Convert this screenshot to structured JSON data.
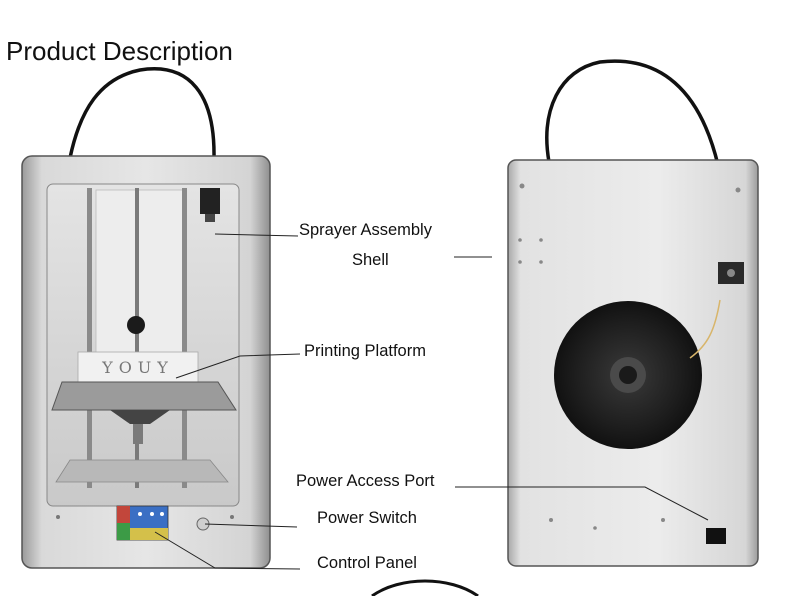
{
  "page": {
    "title": "Product Description"
  },
  "front_printer": {
    "brand_text": "YOUY"
  },
  "callouts": {
    "sprayer": "Sprayer Assembly",
    "shell": "Shell",
    "platform": "Printing Platform",
    "power_port": "Power Access Port",
    "power_switch": "Power Switch",
    "control_panel": "Control Panel"
  }
}
